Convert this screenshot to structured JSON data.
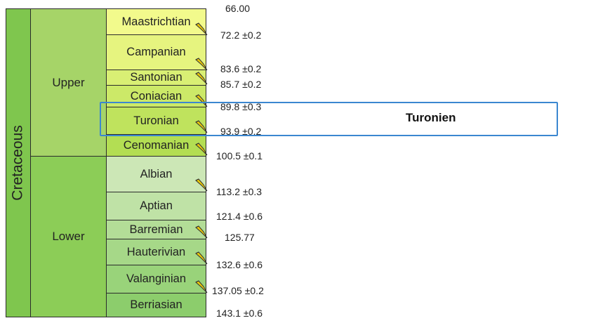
{
  "period": {
    "name": "Cretaceous",
    "color": "#7fc64e"
  },
  "epochs": [
    {
      "name": "Upper",
      "color": "#a6d468"
    },
    {
      "name": "Lower",
      "color": "#8ccd57"
    }
  ],
  "stages": [
    {
      "name": "Maastrichtian",
      "color": "#f2fa8c",
      "gssp": true
    },
    {
      "name": "Campanian",
      "color": "#e6f47f",
      "gssp": true
    },
    {
      "name": "Santonian",
      "color": "#d9ef74",
      "gssp": true
    },
    {
      "name": "Coniacian",
      "color": "#cce968",
      "gssp": true
    },
    {
      "name": "Turonian",
      "color": "#bfe35d",
      "gssp": true
    },
    {
      "name": "Cenomanian",
      "color": "#b3de53",
      "gssp": true
    },
    {
      "name": "Albian",
      "color": "#cce7b6",
      "gssp": true
    },
    {
      "name": "Aptian",
      "color": "#bfe2a6",
      "gssp": false
    },
    {
      "name": "Barremian",
      "color": "#b3dd97",
      "gssp": true
    },
    {
      "name": "Hauterivian",
      "color": "#a6d888",
      "gssp": true
    },
    {
      "name": "Valanginian",
      "color": "#99d37a",
      "gssp": true
    },
    {
      "name": "Berriasian",
      "color": "#8ccd6c",
      "gssp": false
    }
  ],
  "ages": [
    "66.00",
    "72.2 ±0.2",
    "83.6 ±0.2",
    "85.7 ±0.2",
    "89.8 ±0.3",
    "93.9 ±0.2",
    "100.5 ±0.1",
    "113.2 ±0.3",
    "121.4 ±0.6",
    "125.77",
    "132.6 ±0.6",
    "137.05 ±0.2",
    "143.1 ±0.6"
  ],
  "highlight": {
    "label": "Turonien",
    "color": "#3b87d0"
  },
  "spike_color": "#e8c80a"
}
